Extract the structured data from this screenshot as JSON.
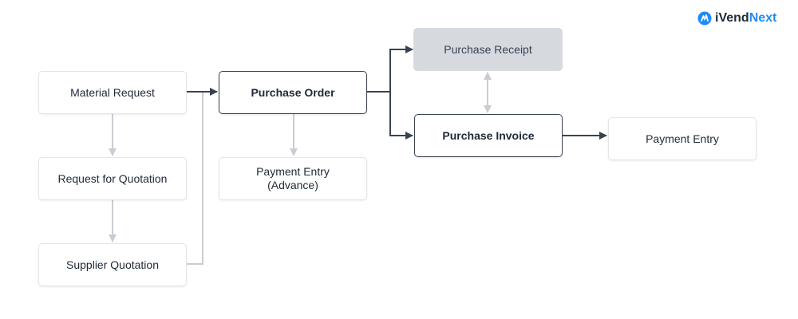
{
  "logo": {
    "prefix": "iVend",
    "suffix": "Next",
    "accent_color": "#1d8cf8"
  },
  "nodes": {
    "material_request": "Material Request",
    "request_for_quotation": "Request for Quotation",
    "supplier_quotation": "Supplier Quotation",
    "purchase_order": "Purchase Order",
    "payment_entry_advance": "Payment Entry\n(Advance)",
    "purchase_receipt": "Purchase Receipt",
    "purchase_invoice": "Purchase Invoice",
    "payment_entry": "Payment Entry"
  },
  "colors": {
    "arrow_dark": "#3b4350",
    "arrow_light": "#c9cdd3",
    "muted_fill": "#d6dadf"
  }
}
